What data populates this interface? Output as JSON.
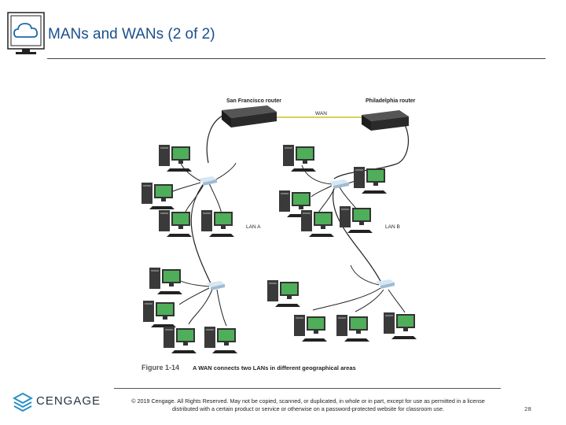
{
  "slide": {
    "title": "MANs and WANs (2 of 2)",
    "page_number": "28"
  },
  "diagram": {
    "router_left_label": "San Francisco router",
    "router_right_label": "Philadelphia router",
    "wan_label": "WAN",
    "lan_a_label": "LAN A",
    "lan_b_label": "LAN B",
    "figure_number": "Figure 1-14",
    "figure_caption": "A WAN connects two LANs in different geographical areas"
  },
  "footer": {
    "logo_text": "CENGAGE",
    "copyright_line1": "© 2019 Cengage. All Rights Reserved. May not be copied, scanned, or duplicated, in whole or in part, except for use as permitted in a license",
    "copyright_line2": "distributed with a certain product or service or otherwise on a password-protected website for classroom use."
  },
  "colors": {
    "title": "#1a4f8b",
    "wan_link": "#d8d05a",
    "monitor_screen": "#4fae5a",
    "router": "#2a2a2a",
    "switch": "#b9d3e6"
  }
}
